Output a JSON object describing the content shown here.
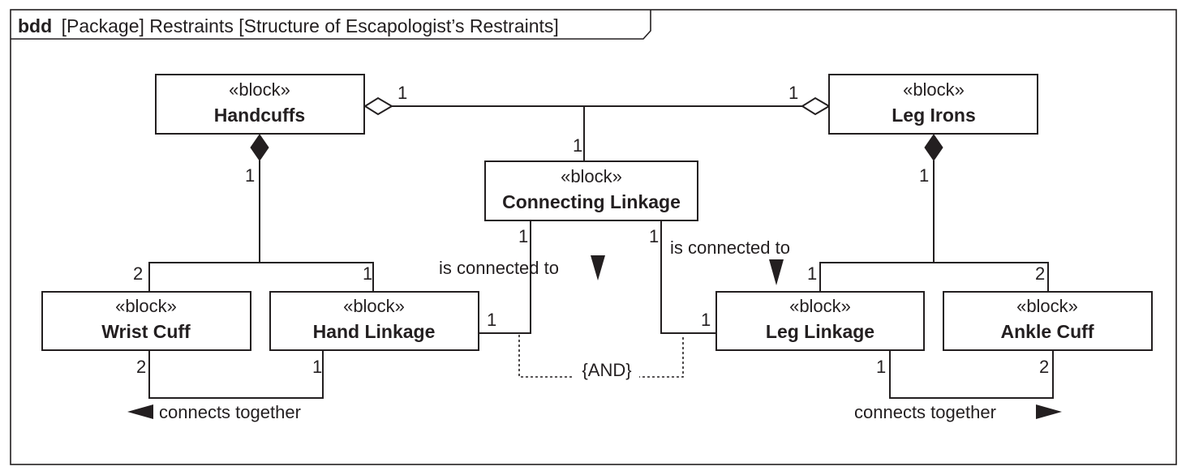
{
  "frame": {
    "kind": "bdd",
    "heading": "[Package] Restraints [Structure of Escapologist’s Restraints]"
  },
  "blocks": {
    "handcuffs": {
      "stereotype": "«block»",
      "name": "Handcuffs"
    },
    "leg_irons": {
      "stereotype": "«block»",
      "name": "Leg Irons"
    },
    "connecting_linkage": {
      "stereotype": "«block»",
      "name": "Connecting Linkage"
    },
    "wrist_cuff": {
      "stereotype": "«block»",
      "name": "Wrist Cuff"
    },
    "hand_linkage": {
      "stereotype": "«block»",
      "name": "Hand Linkage"
    },
    "leg_linkage": {
      "stereotype": "«block»",
      "name": "Leg Linkage"
    },
    "ankle_cuff": {
      "stereotype": "«block»",
      "name": "Ankle Cuff"
    }
  },
  "multiplicities": {
    "handcuffs_agg": "1",
    "leg_irons_agg": "1",
    "connecting_agg": "1",
    "handcuffs_comp": "1",
    "wrist_cuff_part": "2",
    "hand_linkage_part": "1",
    "leg_irons_comp": "1",
    "leg_linkage_part": "1",
    "ankle_cuff_part": "2",
    "conn_left_end": "1",
    "hand_linkage_conn": "1",
    "conn_right_end": "1",
    "leg_linkage_conn": "1",
    "wrist_cuff_assoc": "2",
    "hand_linkage_assoc": "1",
    "leg_linkage_assoc": "1",
    "ankle_cuff_assoc": "2"
  },
  "associations": {
    "left_connected": "is connected to",
    "right_connected": "is connected to",
    "left_connects": "connects together",
    "right_connects": "connects together"
  },
  "constraint": "{AND}"
}
